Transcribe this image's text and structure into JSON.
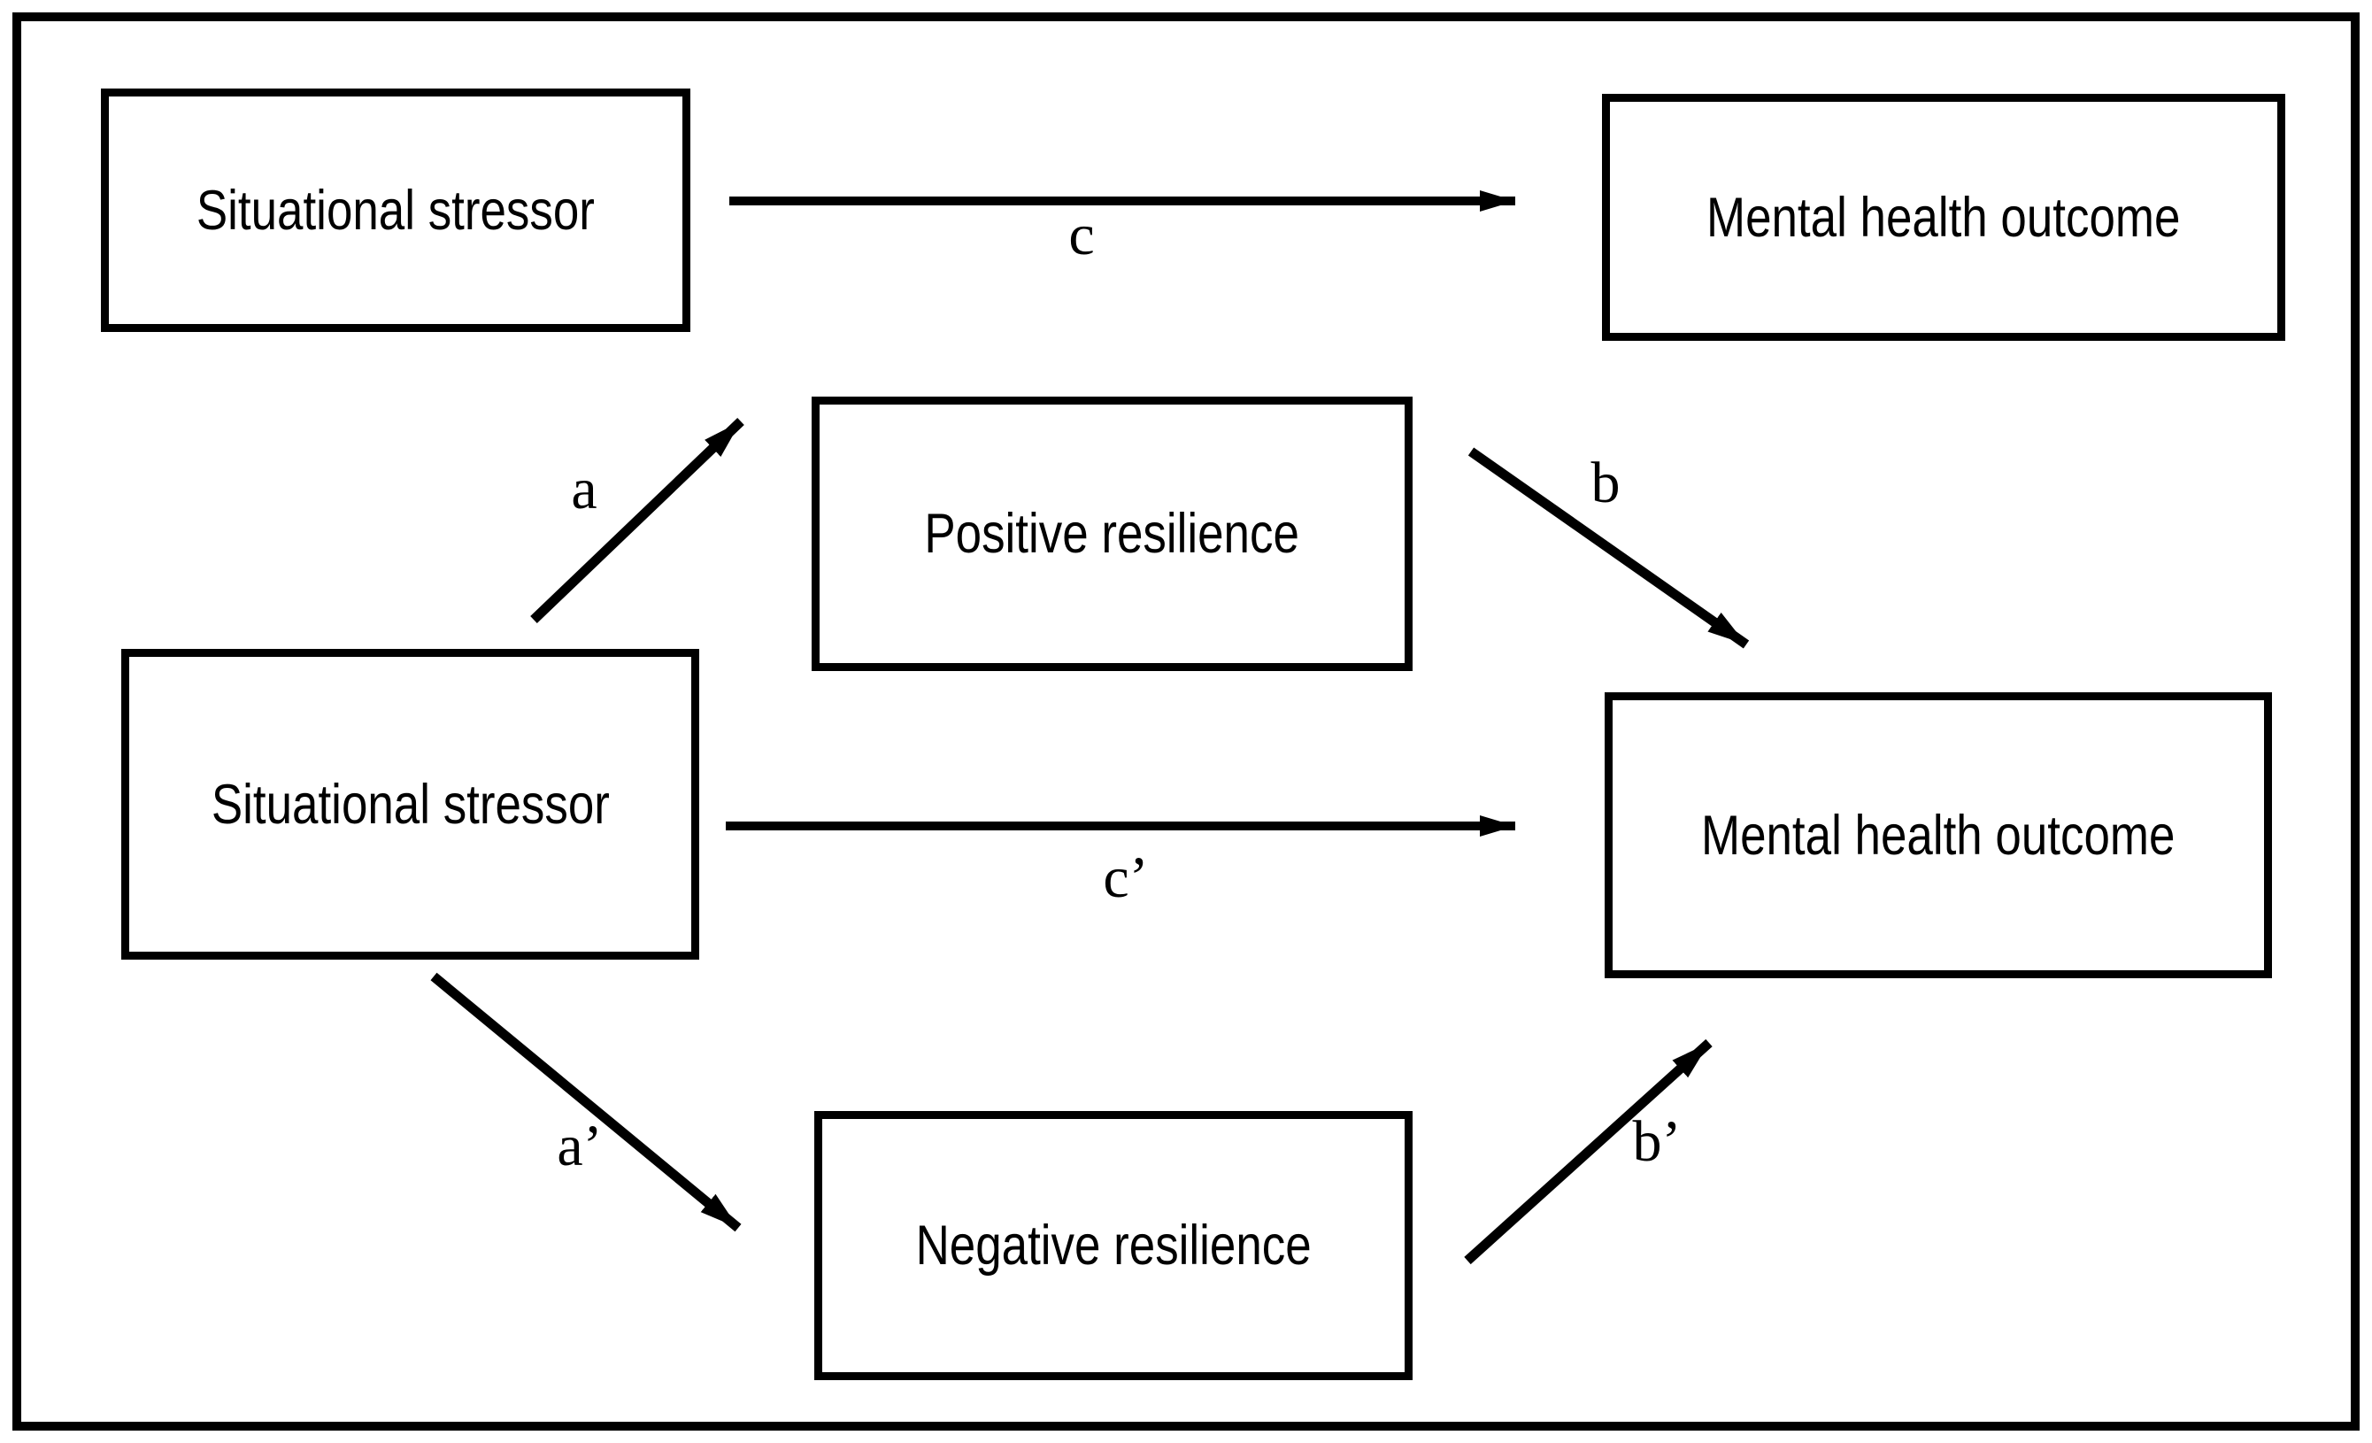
{
  "diagram": {
    "type": "mediation-path-model",
    "boxes": [
      {
        "id": "stressor-top",
        "label": "Situational stressor"
      },
      {
        "id": "outcome-top",
        "label": "Mental health outcome"
      },
      {
        "id": "positive-res",
        "label": "Positive resilience"
      },
      {
        "id": "stressor-mid",
        "label": "Situational stressor"
      },
      {
        "id": "outcome-mid",
        "label": "Mental health outcome"
      },
      {
        "id": "negative-res",
        "label": "Negative resilience"
      }
    ],
    "path_labels": {
      "c": "c",
      "a": "a",
      "b": "b",
      "c_prime": "c’",
      "a_prime": "a’",
      "b_prime": "b’"
    },
    "edges": [
      {
        "from": "stressor-top",
        "to": "outcome-top",
        "label": "c"
      },
      {
        "from": "stressor-mid",
        "to": "positive-res",
        "label": "a"
      },
      {
        "from": "positive-res",
        "to": "outcome-mid",
        "label": "b"
      },
      {
        "from": "stressor-mid",
        "to": "outcome-mid",
        "label": "c’"
      },
      {
        "from": "stressor-mid",
        "to": "negative-res",
        "label": "a’"
      },
      {
        "from": "negative-res",
        "to": "outcome-mid",
        "label": "b’"
      }
    ],
    "colors": {
      "ink": "#000000",
      "background": "#ffffff"
    }
  }
}
